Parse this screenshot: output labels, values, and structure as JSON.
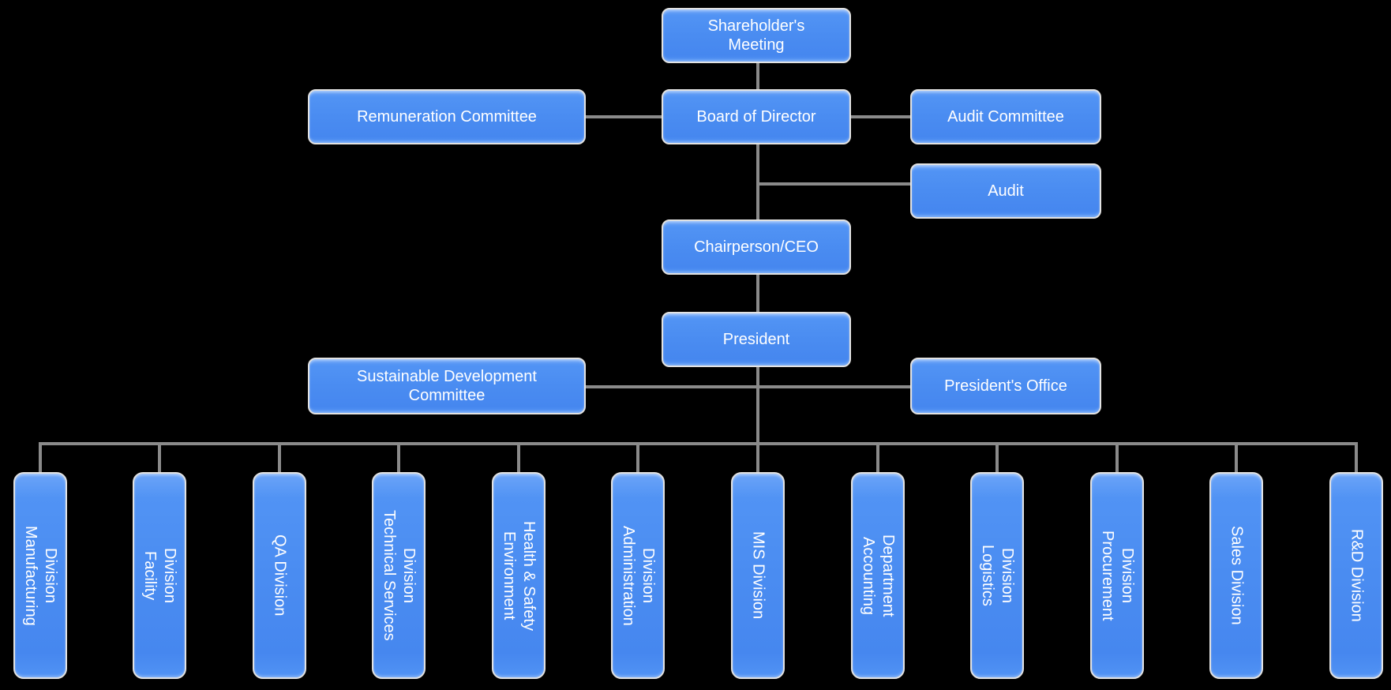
{
  "diagram": {
    "type": "org-chart",
    "colors": {
      "background": "#000000",
      "node_fill": "#4A8CF1",
      "node_highlight": "#6BA4F8",
      "node_border": "#E2E2E2",
      "connector": "#8A8A8A",
      "text": "#FFFFFF"
    },
    "nodes": [
      {
        "id": "shareholders-meeting",
        "label": "Shareholder's\nMeeting"
      },
      {
        "id": "remuneration-committee",
        "label": "Remuneration Committee"
      },
      {
        "id": "board-of-director",
        "label": "Board of Director"
      },
      {
        "id": "audit-committee",
        "label": "Audit Committee"
      },
      {
        "id": "audit",
        "label": "Audit"
      },
      {
        "id": "chairperson-ceo",
        "label": "Chairperson/CEO"
      },
      {
        "id": "president",
        "label": "President"
      },
      {
        "id": "sustainable-development-committee",
        "label": "Sustainable Development\nCommittee"
      },
      {
        "id": "presidents-office",
        "label": "President's Office"
      }
    ],
    "divisions": [
      {
        "id": "manufacturing-division",
        "label": "Manufacturing\nDivision"
      },
      {
        "id": "facility-division",
        "label": "Facility\nDivision"
      },
      {
        "id": "qa-division",
        "label": "QA Division"
      },
      {
        "id": "technical-services-division",
        "label": "Technical Services\nDivision"
      },
      {
        "id": "environment-health-safety",
        "label": "Environment\nHealth & Safety"
      },
      {
        "id": "administration-division",
        "label": "Administration\nDivision"
      },
      {
        "id": "mis-division",
        "label": "MIS Division"
      },
      {
        "id": "accounting-department",
        "label": "Accounting\nDepartment"
      },
      {
        "id": "logistics-division",
        "label": "Logistics\nDivision"
      },
      {
        "id": "procurement-division",
        "label": "Procurement\nDivision"
      },
      {
        "id": "sales-division",
        "label": "Sales Division"
      },
      {
        "id": "rd-division",
        "label": "R&D Division"
      }
    ],
    "edges": [
      [
        "shareholders-meeting",
        "board-of-director"
      ],
      [
        "remuneration-committee",
        "board-of-director"
      ],
      [
        "board-of-director",
        "audit-committee"
      ],
      [
        "board-of-director",
        "audit"
      ],
      [
        "board-of-director",
        "chairperson-ceo"
      ],
      [
        "chairperson-ceo",
        "president"
      ],
      [
        "president",
        "sustainable-development-committee"
      ],
      [
        "president",
        "presidents-office"
      ],
      [
        "president",
        "manufacturing-division"
      ],
      [
        "president",
        "facility-division"
      ],
      [
        "president",
        "qa-division"
      ],
      [
        "president",
        "technical-services-division"
      ],
      [
        "president",
        "environment-health-safety"
      ],
      [
        "president",
        "administration-division"
      ],
      [
        "president",
        "mis-division"
      ],
      [
        "president",
        "accounting-department"
      ],
      [
        "president",
        "logistics-division"
      ],
      [
        "president",
        "procurement-division"
      ],
      [
        "president",
        "sales-division"
      ],
      [
        "president",
        "rd-division"
      ]
    ]
  }
}
